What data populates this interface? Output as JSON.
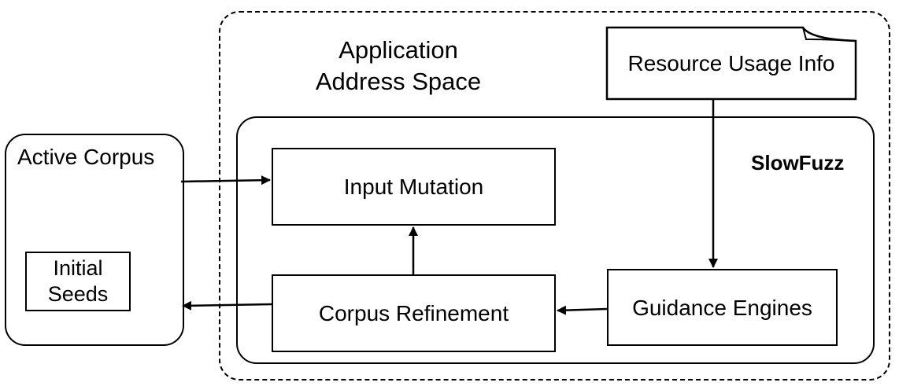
{
  "diagram": {
    "application_address_space": {
      "line1": "Application",
      "line2": "Address Space"
    },
    "resource_usage_info": "Resource Usage Info",
    "slowfuzz_title": "SlowFuzz",
    "active_corpus": "Active Corpus",
    "initial_seeds": {
      "line1": "Initial",
      "line2": "Seeds"
    },
    "input_mutation": "Input Mutation",
    "corpus_refinement": "Corpus Refinement",
    "guidance_engines": "Guidance Engines"
  }
}
